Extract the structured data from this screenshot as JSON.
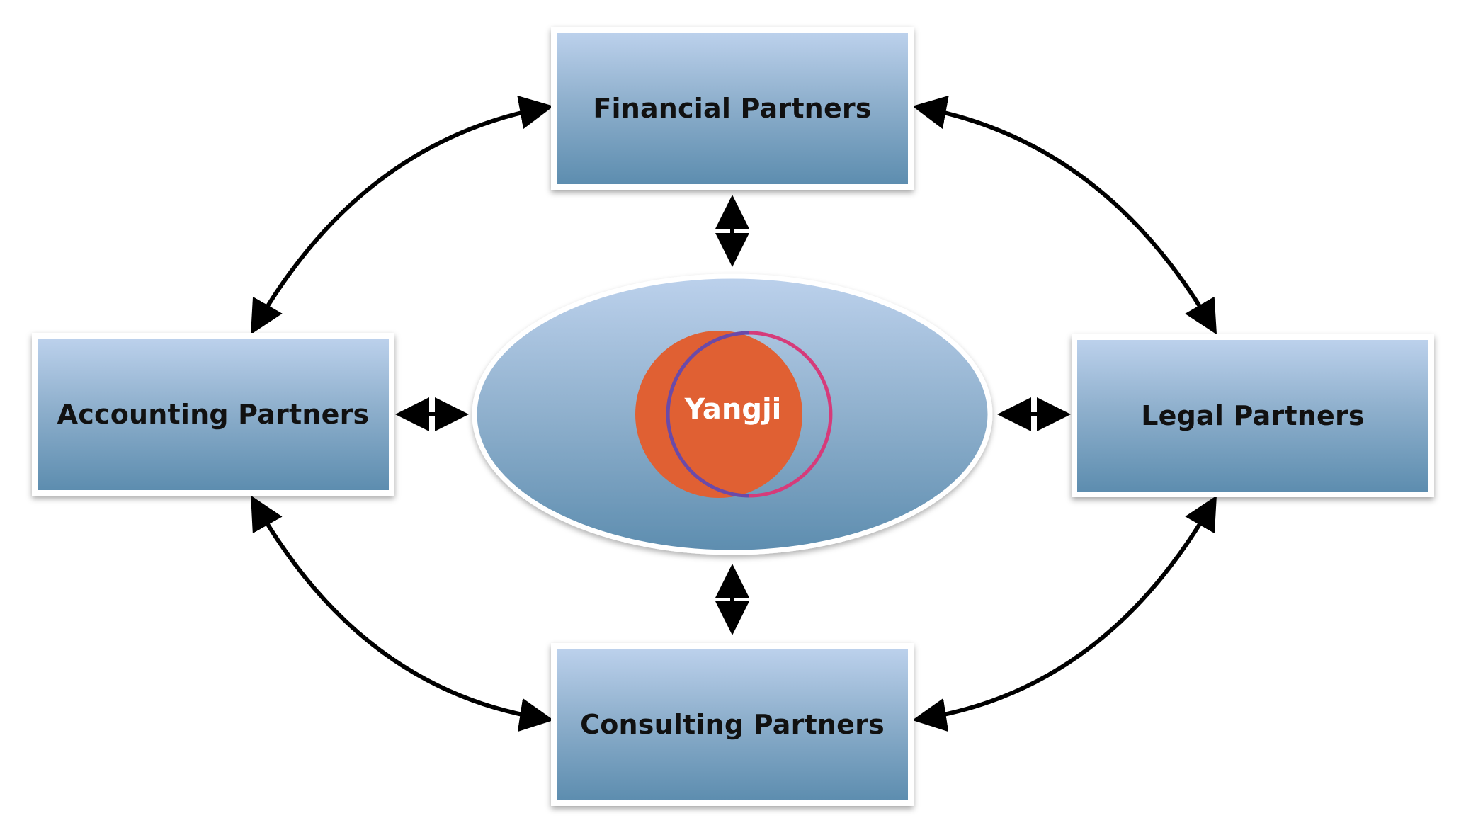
{
  "nodes": {
    "center": {
      "label": "Yangji"
    },
    "financial": {
      "label": "Financial Partners"
    },
    "accounting": {
      "label": "Accounting Partners"
    },
    "legal": {
      "label": "Legal Partners"
    },
    "consulting": {
      "label": "Consulting Partners"
    }
  },
  "colors": {
    "box_top": "#bcd1ec",
    "box_bottom": "#5d8daf",
    "logo_orange": "#e06033",
    "logo_pink": "#d63b7a",
    "logo_purple": "#6b4aa8",
    "arrow": "#000000"
  },
  "edges": [
    {
      "from": "center",
      "to": "financial",
      "direction": "both"
    },
    {
      "from": "center",
      "to": "accounting",
      "direction": "both"
    },
    {
      "from": "center",
      "to": "legal",
      "direction": "both"
    },
    {
      "from": "center",
      "to": "consulting",
      "direction": "both"
    },
    {
      "from": "accounting",
      "to": "financial",
      "direction": "both"
    },
    {
      "from": "financial",
      "to": "legal",
      "direction": "both"
    },
    {
      "from": "accounting",
      "to": "consulting",
      "direction": "both"
    },
    {
      "from": "legal",
      "to": "consulting",
      "direction": "both"
    }
  ]
}
